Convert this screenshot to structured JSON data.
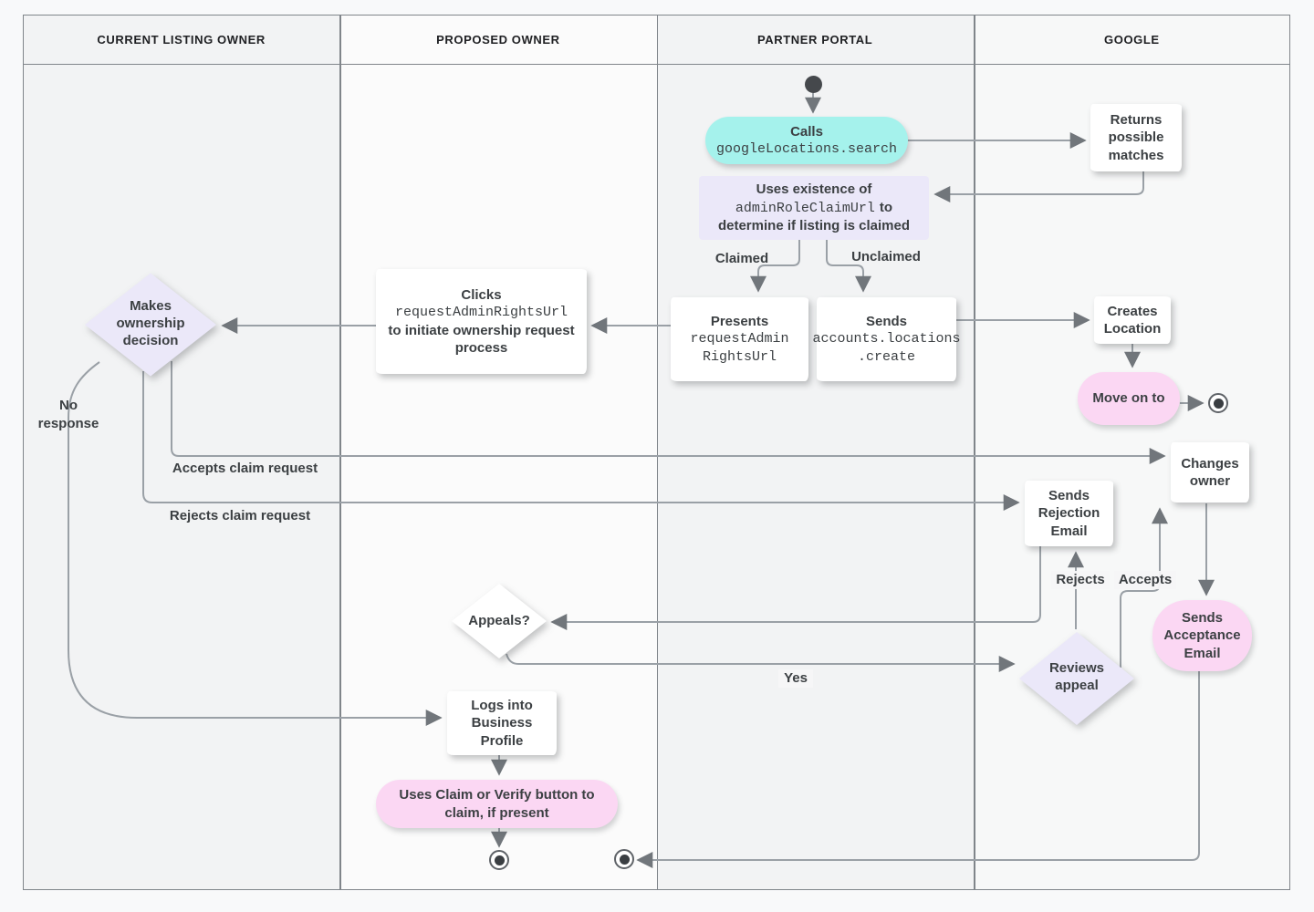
{
  "lanes": [
    {
      "label": "CURRENT LISTING OWNER"
    },
    {
      "label": "PROPOSED OWNER"
    },
    {
      "label": "PARTNER PORTAL"
    },
    {
      "label": "GOOGLE"
    }
  ],
  "colors": {
    "teal": "#a5f2ec",
    "lavender": "#ebe8f9",
    "pink": "#fbd7f3",
    "line": "#9aa0a6",
    "arrow": "#71767b",
    "text": "#3c4043"
  },
  "nodes": {
    "calls": {
      "label": "Calls",
      "code": "googleLocations.search"
    },
    "returns": {
      "label": "Returns possible matches"
    },
    "uses": {
      "line1": "Uses existence of",
      "code": "adminRoleClaimUrl",
      "line2_suffix": "to",
      "line3": "determine if listing is claimed"
    },
    "presents": {
      "label": "Presents",
      "code1": "requestAdmin",
      "code2": "RightsUrl"
    },
    "sends_create": {
      "label": "Sends",
      "code1": "accounts.locations",
      "code2": ".create"
    },
    "creates_location": {
      "label": "Creates Location"
    },
    "move_on": {
      "label": "Move on to"
    },
    "clicks": {
      "label": "Clicks",
      "code": "requestAdminRightsUrl",
      "rest": "to initiate ownership request process"
    },
    "decision": {
      "label": "Makes ownership decision"
    },
    "changes_owner": {
      "label": "Changes owner"
    },
    "sends_rejection": {
      "label": "Sends Rejection Email"
    },
    "acceptance": {
      "label": "Sends Acceptance Email"
    },
    "appeals": {
      "label": "Appeals?"
    },
    "reviews": {
      "label": "Reviews appeal"
    },
    "logs_in": {
      "label": "Logs into Business Profile"
    },
    "claim_verify": {
      "label": "Uses Claim or Verify button to claim, if present"
    }
  },
  "edge_labels": {
    "claimed": "Claimed",
    "unclaimed": "Unclaimed",
    "no_response": "No response",
    "accepts_claim": "Accepts claim request",
    "rejects_claim": "Rejects claim request",
    "rejects": "Rejects",
    "accepts": "Accepts",
    "yes": "Yes"
  }
}
